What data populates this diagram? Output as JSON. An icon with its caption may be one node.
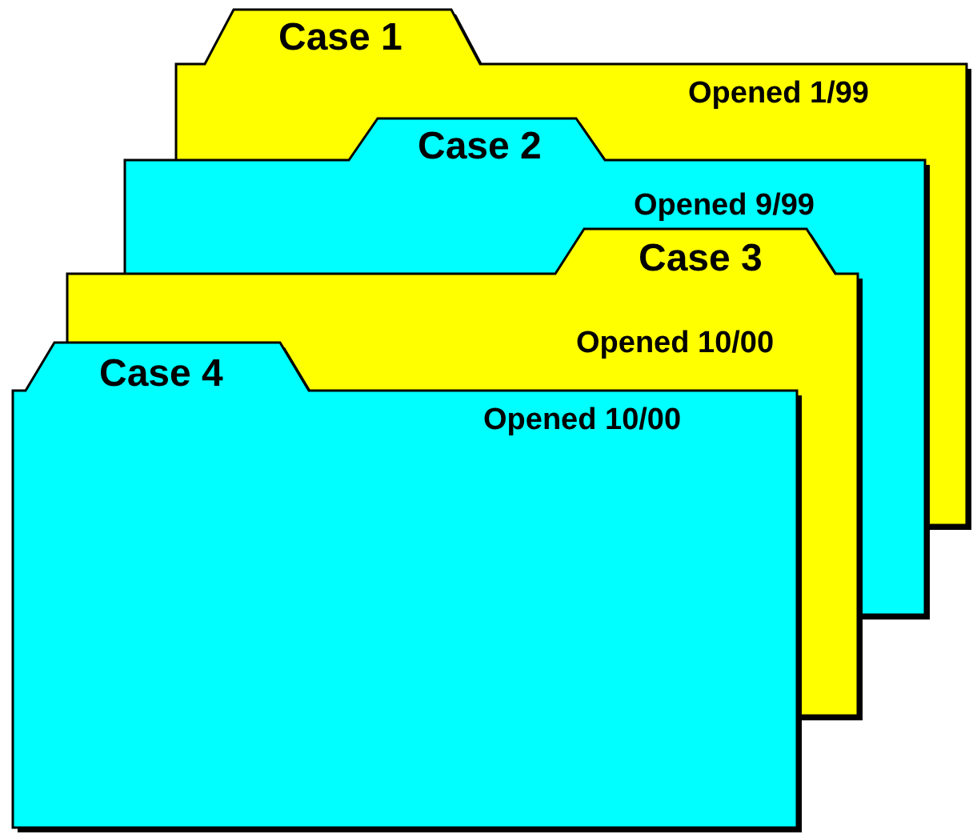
{
  "diagram": {
    "nodes": [
      {
        "text": [
          "Case 1",
          "Opened 1/99"
        ]
      },
      {
        "text": [
          "Case 2",
          "Opened 9/99"
        ]
      },
      {
        "text": [
          "Case 3",
          "Opened 10/00"
        ]
      },
      {
        "text": [
          "Case 4",
          "Opened 10/00"
        ]
      }
    ]
  }
}
